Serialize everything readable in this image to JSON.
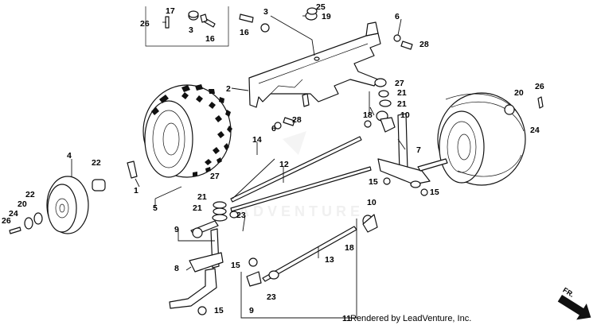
{
  "diagram": {
    "credit": "Rendered by LeadVenture, Inc.",
    "watermark": "ADVENTURE",
    "direction_marker": "FR.",
    "part_numbers": {
      "p1": "1",
      "p2": "2",
      "p3a": "3",
      "p3b": "3",
      "p4": "4",
      "p5": "5",
      "p6a": "6",
      "p6b": "6",
      "p7": "7",
      "p8": "8",
      "p9a": "9",
      "p9b": "9",
      "p10a": "10",
      "p10b": "10",
      "p11": "11",
      "p12": "12",
      "p13": "13",
      "p14": "14",
      "p15a": "15",
      "p15b": "15",
      "p15c": "15",
      "p15d": "15",
      "p16a": "16",
      "p16b": "16",
      "p17": "17",
      "p18a": "18",
      "p18b": "18",
      "p19": "19",
      "p20a": "20",
      "p20b": "20",
      "p21a": "21",
      "p21b": "21",
      "p21c": "21",
      "p21d": "21",
      "p22a": "22",
      "p22b": "22",
      "p23a": "23",
      "p23b": "23",
      "p24a": "24",
      "p24b": "24",
      "p25": "25",
      "p26a": "26",
      "p26b": "26",
      "p26c": "26",
      "p27a": "27",
      "p27b": "27",
      "p28a": "28",
      "p28b": "28"
    }
  }
}
